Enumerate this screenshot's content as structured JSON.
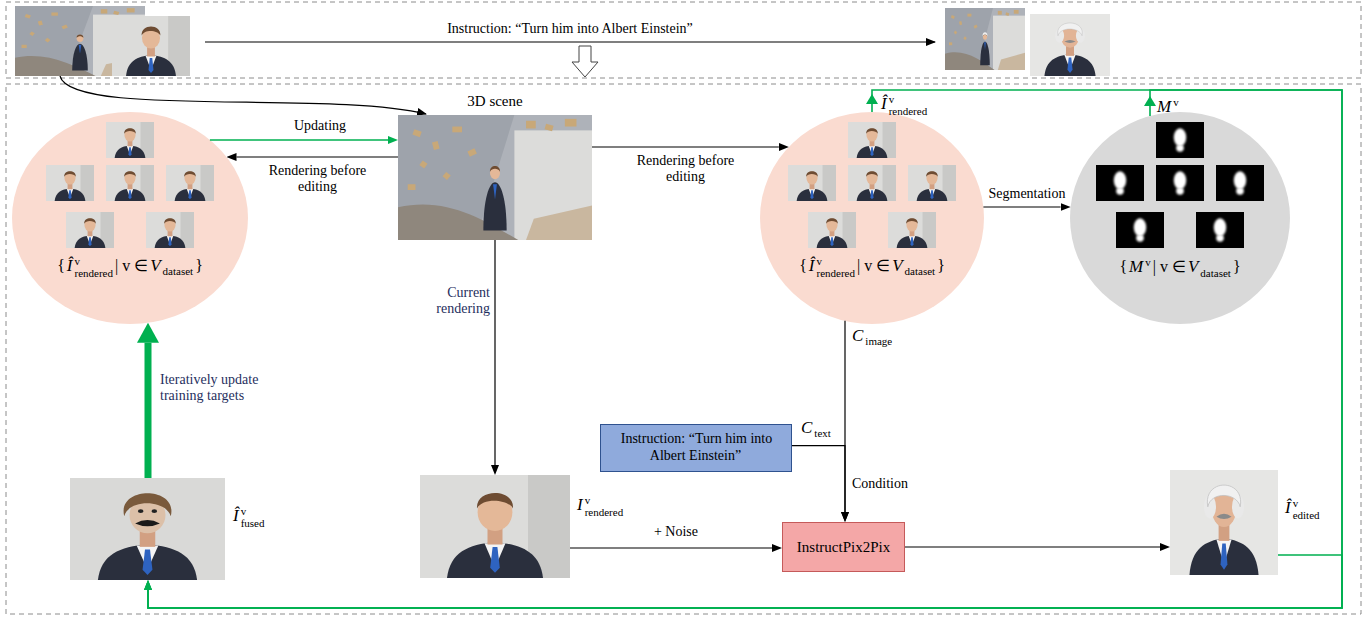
{
  "diagram": {
    "nodes": [
      {
        "text": [
          "{",
          "Î",
          "v",
          "rendered",
          "| v ∈",
          "V",
          "dataset",
          "}"
        ]
      },
      {
        "text": [
          "3D scene"
        ]
      },
      {
        "text": [
          "{",
          "Î",
          "v",
          "rendered",
          "| v ∈",
          "V",
          "dataset",
          "}"
        ]
      },
      {
        "text": [
          "{",
          "M",
          "v",
          "| v ∈",
          "V",
          "dataset",
          "}"
        ]
      },
      {
        "text": [
          "Î",
          "v",
          "fused"
        ]
      },
      {
        "text": [
          "I",
          "v",
          "rendered"
        ]
      },
      {
        "text": [
          "Instruction: “Turn him into Albert Einstein”"
        ]
      },
      {
        "text": [
          "InstructPix2Pix"
        ]
      },
      {
        "text": [
          "Î",
          "v",
          "edited"
        ]
      }
    ],
    "edges": [
      {
        "from": 0,
        "to": 1,
        "arrow": "to",
        "label": "Updating"
      },
      {
        "from": 1,
        "to": 0,
        "arrow": "to",
        "label": "Rendering before editing"
      },
      {
        "from": 1,
        "to": 2,
        "arrow": "to",
        "label": "Rendering before editing"
      },
      {
        "from": 2,
        "to": 3,
        "arrow": "to",
        "label": "Segmentation"
      },
      {
        "from": 1,
        "to": 5,
        "arrow": "to",
        "label": "Current rendering"
      },
      {
        "from": 5,
        "to": 7,
        "arrow": "to",
        "label": "+ Noise"
      },
      {
        "from": 6,
        "to": 7,
        "arrow": "to"
      },
      {
        "from": 2,
        "to": 7,
        "arrow": "to",
        "label": "Condition"
      },
      {
        "from": 7,
        "to": 8,
        "arrow": "to"
      },
      {
        "from": 2,
        "to": 4,
        "arrow": "to"
      },
      {
        "from": 3,
        "to": 4,
        "arrow": "to"
      },
      {
        "from": 8,
        "to": 4,
        "arrow": "to"
      },
      {
        "from": 4,
        "to": 0,
        "arrow": "to",
        "label": "Iteratively update training targets"
      }
    ],
    "labels": [
      "Instruction: “Turn him into Albert Einstein”",
      "Î",
      "v",
      "rendered",
      "M",
      "v",
      "C",
      "text",
      "C",
      "image"
    ]
  }
}
